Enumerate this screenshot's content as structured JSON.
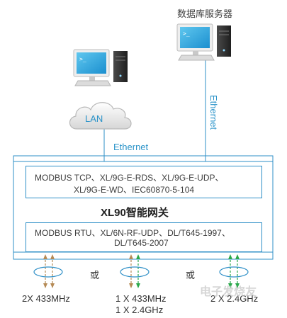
{
  "server_label": "数据库服务器",
  "lan_label": "LAN",
  "ethernet_left": "Ethernet",
  "ethernet_right": "Ethernet",
  "gateway": {
    "title": "XL90智能网关",
    "top_protocols_line1": "MODBUS TCP、XL/9G-E-RDS、XL/9G-E-UDP、",
    "top_protocols_line2": "XL/9G-E-WD、IEC60870-5-104",
    "bottom_protocols_line1": "MODBUS RTU、XL/6N-RF-UDP、DL/T645-1997、",
    "bottom_protocols_line2": "DL/T645-2007"
  },
  "separator_or_1": "或",
  "separator_or_2": "或",
  "options": [
    {
      "line1": "2X 433MHz",
      "line2": ""
    },
    {
      "line1": "1 X 433MHz",
      "line2": "1 X 2.4GHz"
    },
    {
      "line1": "2 X 2.4GHz",
      "line2": ""
    }
  ],
  "watermark": "电子发烧友",
  "colors": {
    "line": "#2e8fc7",
    "arrow_433": "#b58a55",
    "arrow_24": "#2aa84a",
    "text": "#3d3d3d"
  }
}
